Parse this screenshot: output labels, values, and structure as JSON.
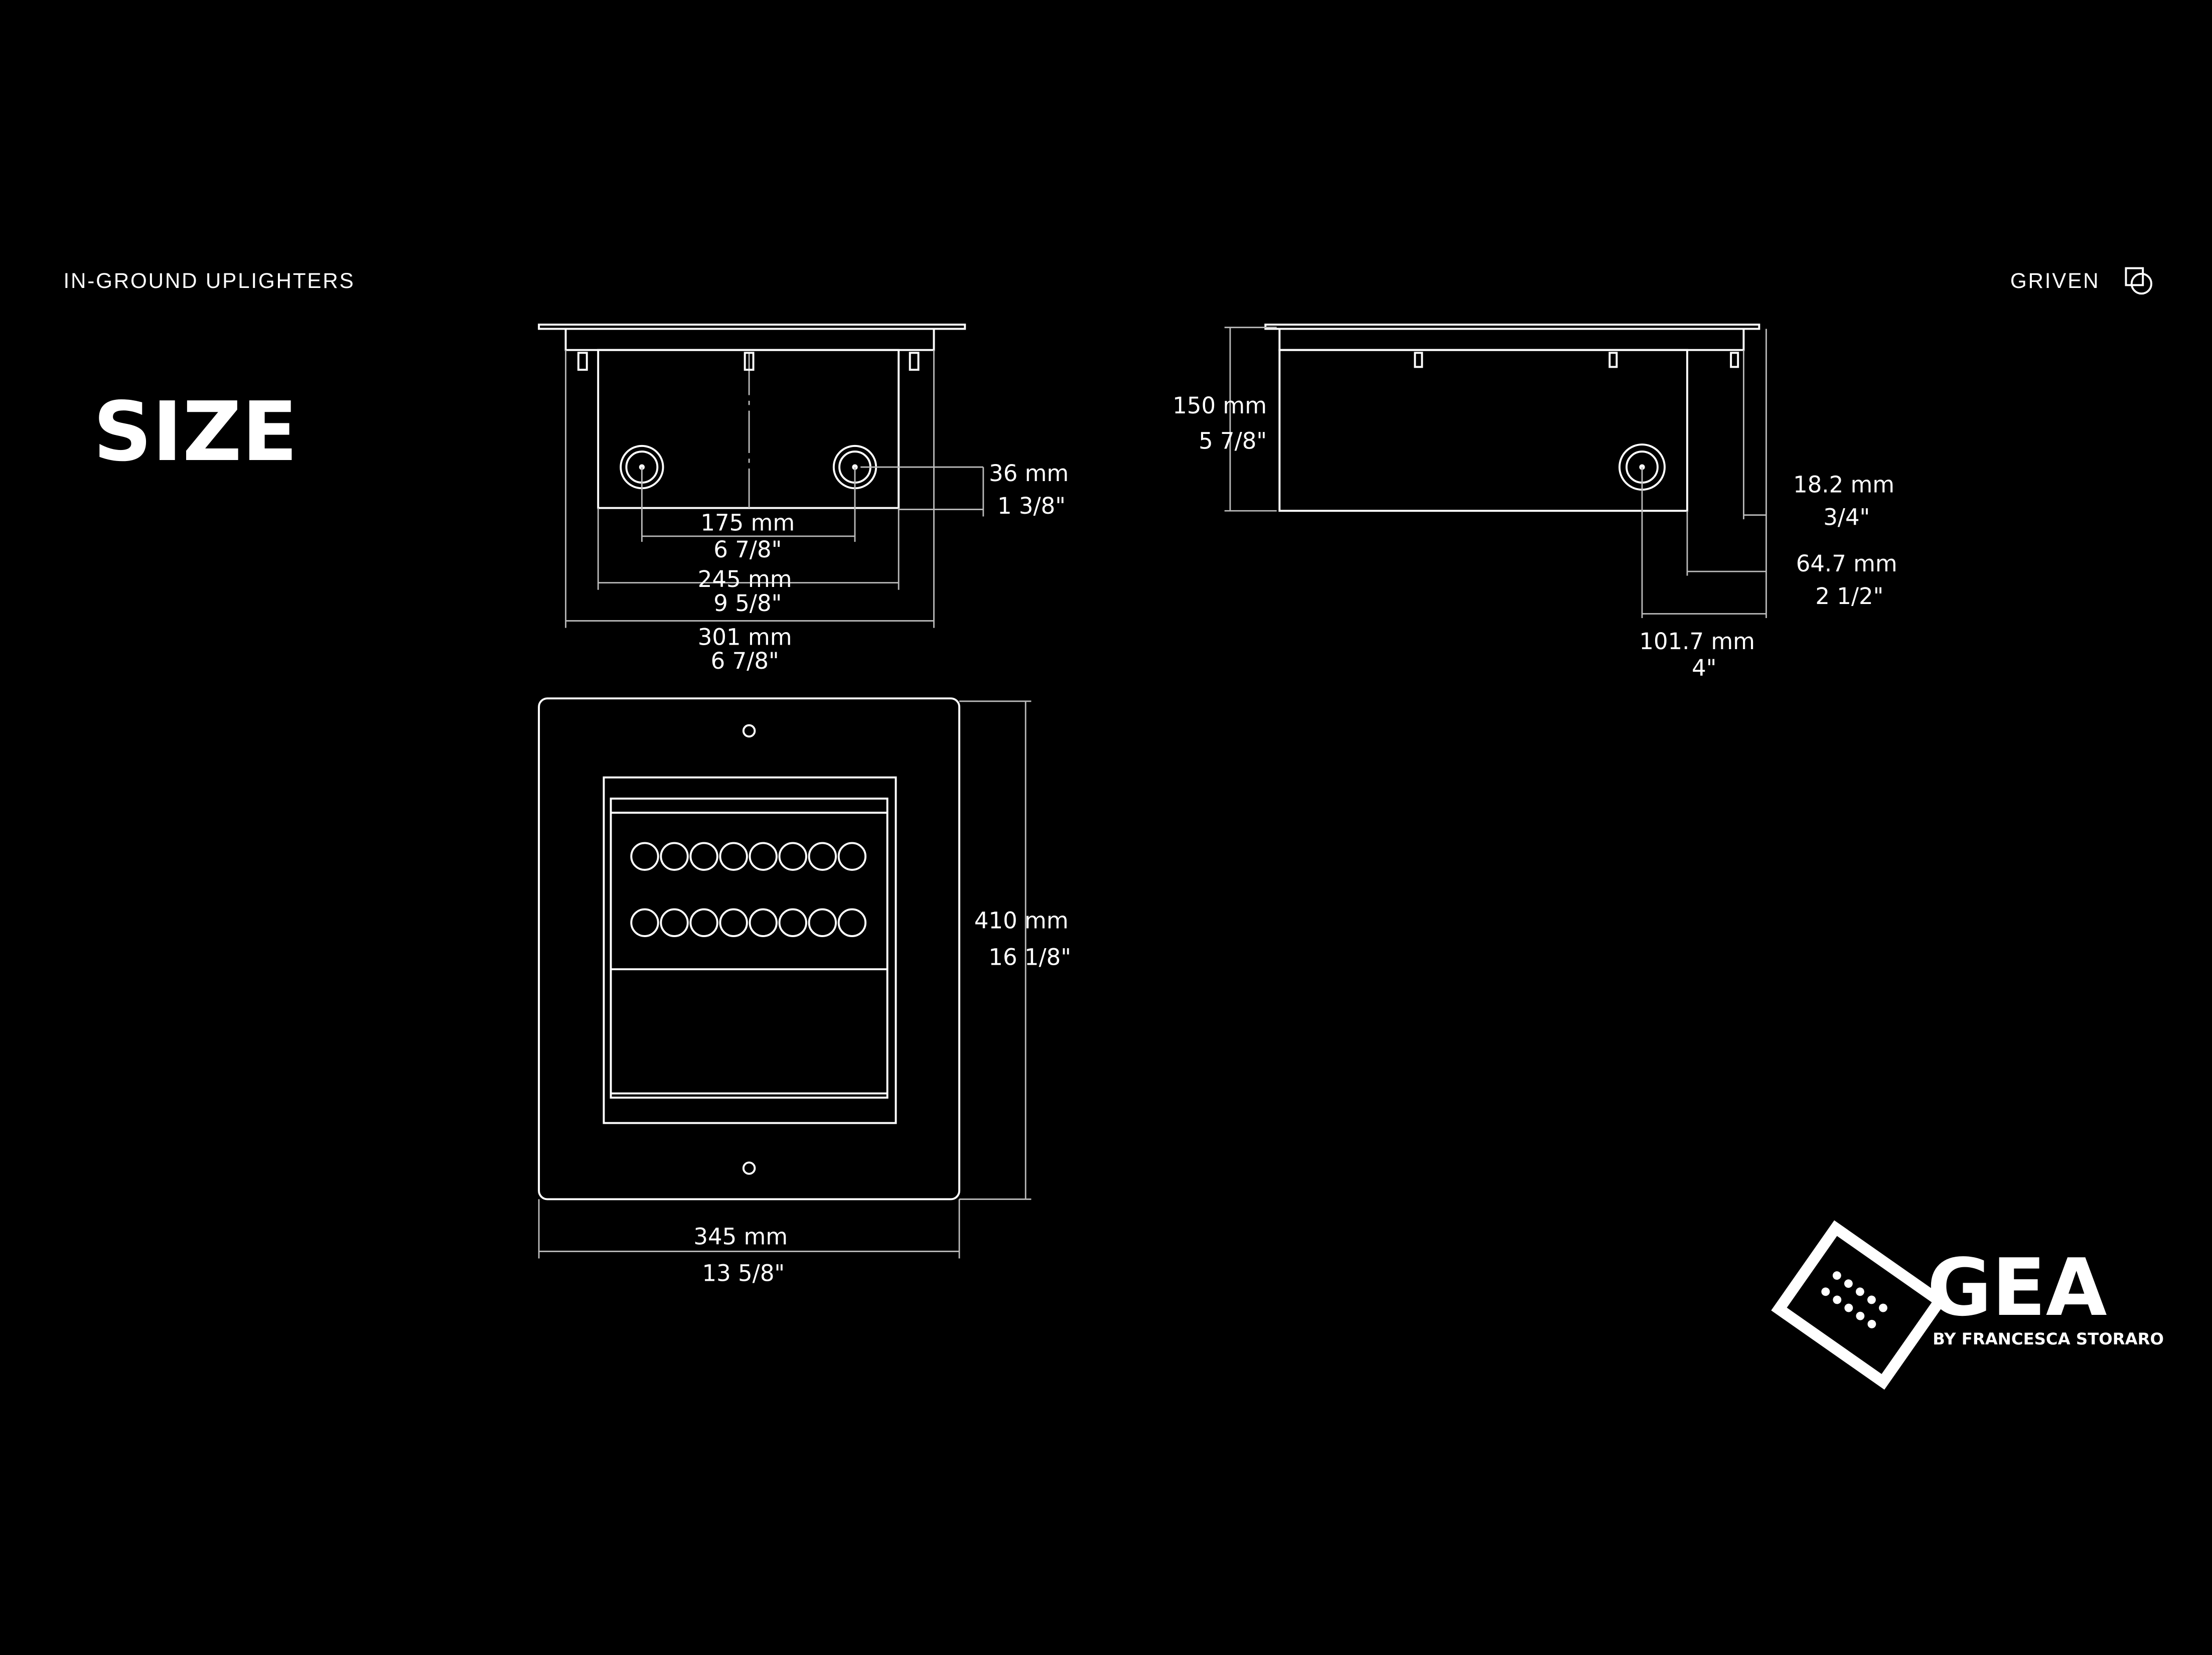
{
  "header": {
    "category": "IN-GROUND UPLIGHTERS",
    "brand": "GRIVEN"
  },
  "title": "SIZE",
  "front_view": {
    "dim_height_mm": "36 mm",
    "dim_height_in": "1 3/8\"",
    "dim_spacing_mm": "175 mm",
    "dim_spacing_in": "6 7/8\"",
    "dim_body_mm": "245 mm",
    "dim_body_in": "9 5/8\"",
    "dim_total_mm": "301 mm",
    "dim_total_in": "6 7/8\""
  },
  "side_view": {
    "dim_height_mm": "150 mm",
    "dim_height_in": "5  7/8\"",
    "dim_flange_mm": "18.2 mm",
    "dim_flange_in": "3/4\"",
    "dim_offset_mm": "64.7 mm",
    "dim_offset_in": "2 1/2\"",
    "dim_depth_mm": "101.7 mm",
    "dim_depth_in": "4\""
  },
  "top_view": {
    "dim_height_mm": "410 mm",
    "dim_height_in": "16 1/8\"",
    "dim_width_mm": "345 mm",
    "dim_width_in": "13 5/8\""
  },
  "logo": {
    "name": "GEA",
    "subtitle": "BY FRANCESCA STORARO"
  }
}
